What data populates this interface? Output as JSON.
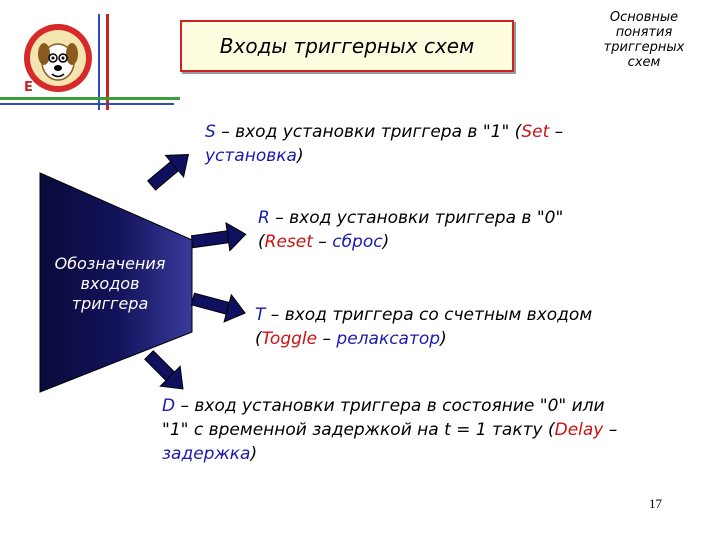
{
  "slide": {
    "title": "Входы триггерных схем",
    "section": "Основные понятия триггерных схем",
    "logo_letter": "E",
    "page_number": "17"
  },
  "diagram": {
    "label": "Обозначения входов триггера"
  },
  "items": [
    {
      "letter": "S",
      "text1": " – вход установки триггера в \"1\" (",
      "eng": "Set",
      "text2": " –",
      "line2a": "установка",
      "line2b": ")"
    },
    {
      "letter": "R",
      "text1": " – вход установки триггера в \"0\"",
      "line2a": "(",
      "eng": "Reset",
      "dash": " – ",
      "rus": "сброс",
      "line2b": ")"
    },
    {
      "letter": "T",
      "text1": " – вход триггера со счетным входом",
      "line2a": "(",
      "eng": "Toggle",
      "dash": " – ",
      "rus": "релаксатор",
      "line2b": ")"
    },
    {
      "letter": "D",
      "text1": " – вход установки триггера в состояние \"0\" или",
      "line2": "\"1\" с временной задержкой на t = 1 такту (",
      "eng": "Delay",
      "dash": " –",
      "line3a": "задержка",
      "line3b": ")"
    }
  ],
  "colors": {
    "accent_red": "#cc1111",
    "accent_blue": "#1a1ab0",
    "trapezoid_dark": "#0a0a3a"
  }
}
